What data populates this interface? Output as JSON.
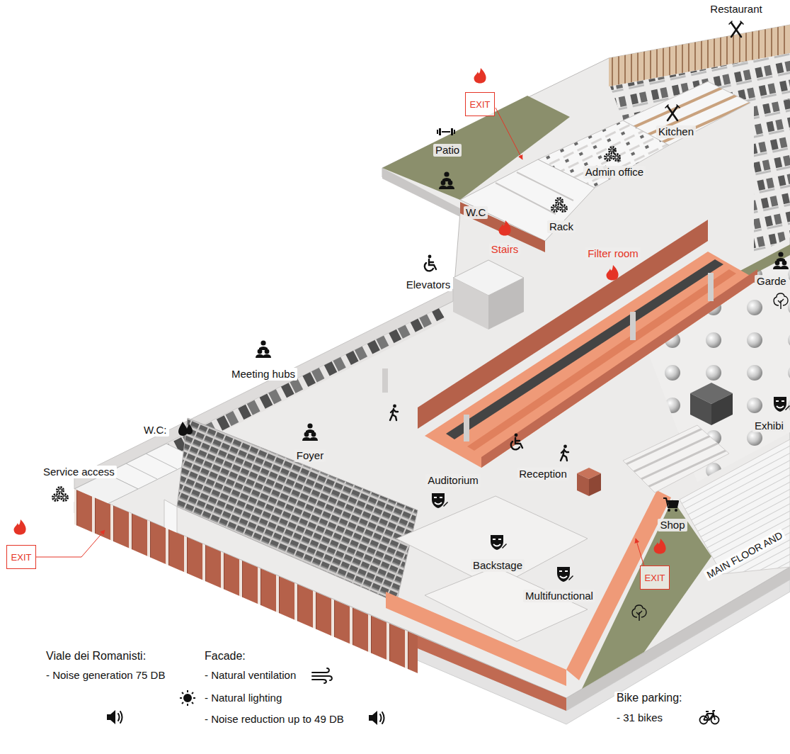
{
  "diagram": {
    "nodes": [
      {
        "text": [
          "EXIT"
        ]
      },
      {
        "text": [
          "EXIT"
        ]
      },
      {
        "text": [
          "EXIT"
        ]
      }
    ],
    "labels": [
      "Restaurant",
      "Kitchen",
      "Patio",
      "Admin office",
      "W.C",
      "Rack",
      "Stairs",
      "Filter room",
      "Garde",
      "Elevators",
      "Meeting hubs",
      "Exhibi",
      "W.C:",
      "Foyer",
      "Service access",
      "Auditorium",
      "Reception",
      "Shop",
      "MAIN FLOOR AND",
      "Backstage",
      "Multifunctional",
      "Viale dei Romanisti:",
      "- Noise generation 75 DB",
      "Facade:",
      "- Natural ventilation",
      "- Natural lighting",
      "- Noise reduction up to 49 DB",
      "Bike parking:",
      "- 31 bikes"
    ]
  }
}
